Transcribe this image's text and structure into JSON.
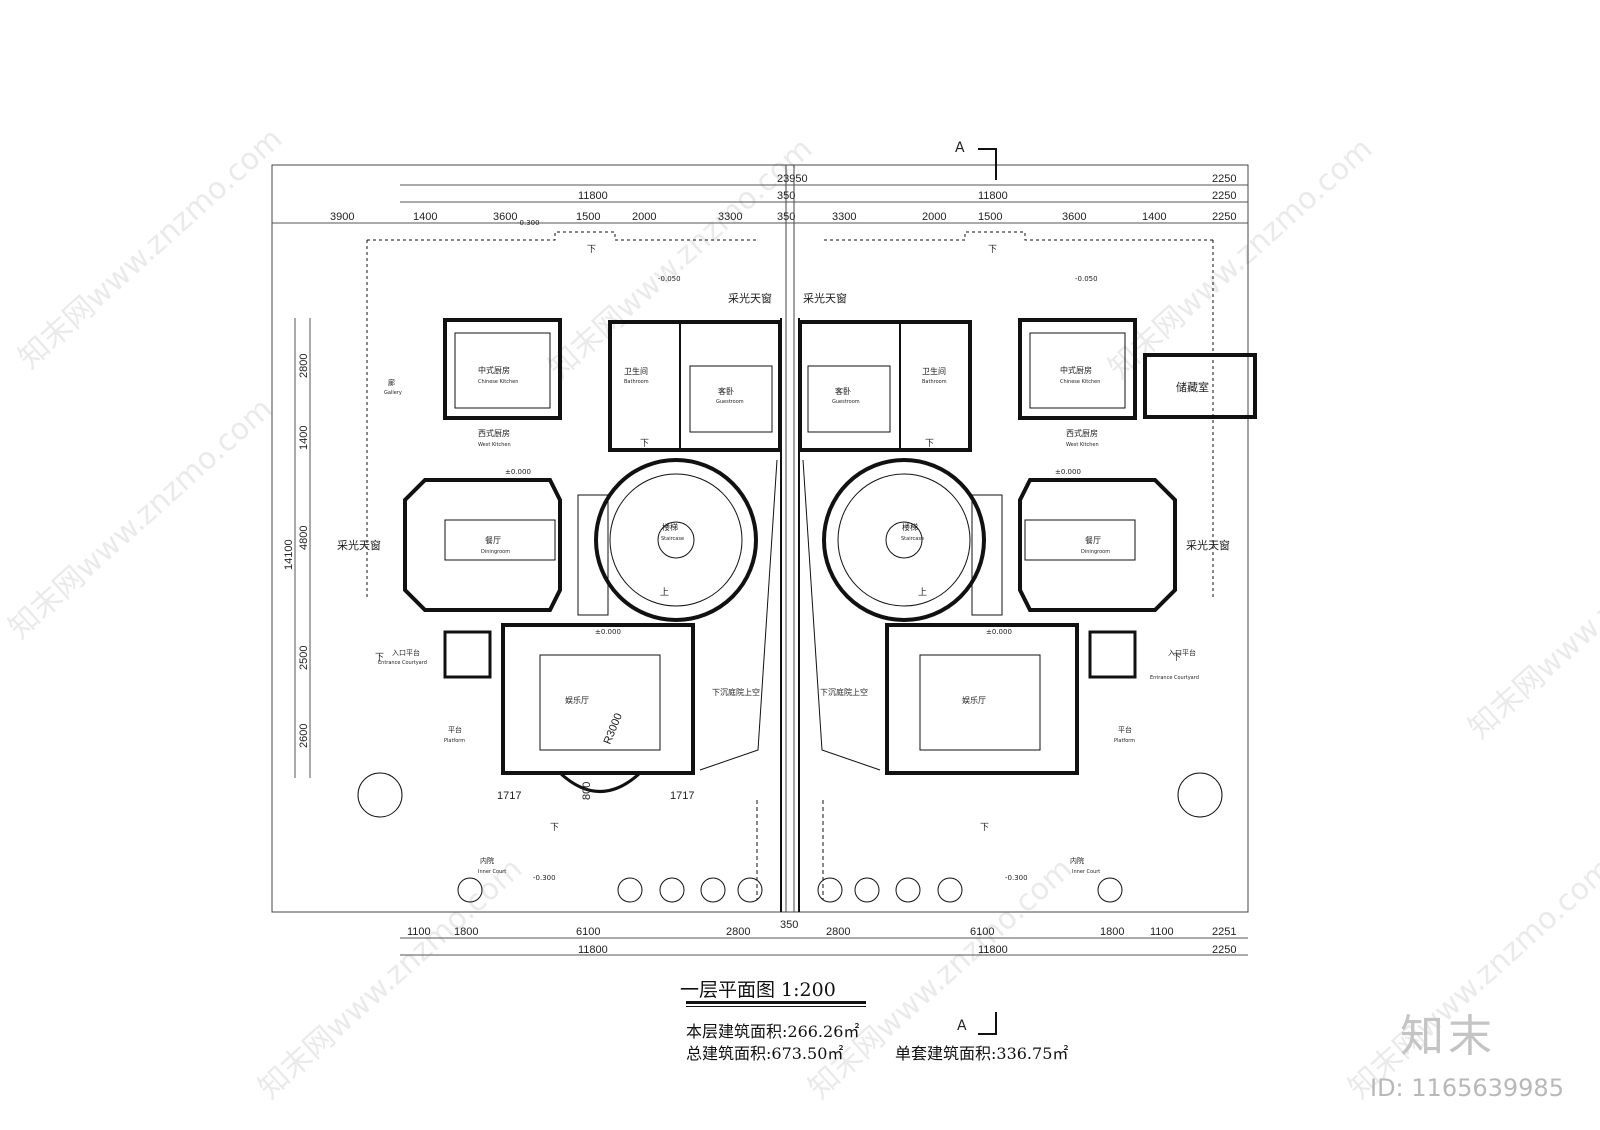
{
  "drawing": {
    "section_mark": "A",
    "overall_width": "23950",
    "top_dims_row1": [
      "11800",
      "350",
      "11800",
      "2250"
    ],
    "top_dims_row2": [
      "3900",
      "1400",
      "3600",
      "1500",
      "2000",
      "3300",
      "350",
      "3300",
      "2000",
      "1500",
      "3600",
      "1400",
      "2250"
    ],
    "left_dims": [
      "2800",
      "1400",
      "4800",
      "2500",
      "2600"
    ],
    "left_total": "14100",
    "bottom_dims_row1": [
      "1100",
      "1800",
      "6100",
      "2800",
      "350",
      "2800",
      "6100",
      "1800",
      "1100",
      "2251"
    ],
    "bottom_dims_row2": [
      "11800",
      "11800",
      "2250"
    ],
    "misc_dims": [
      "1717",
      "1717",
      "R3000",
      "800"
    ],
    "levels": [
      "-0.300",
      "-0.050",
      "±0.000",
      "±0.000",
      "-0.300"
    ],
    "rooms": {
      "skylight": "采光天窗",
      "chinese_kitchen": "中式厨房",
      "chinese_kitchen_en": "Chinese Kitchen",
      "west_kitchen": "西式厨房",
      "west_kitchen_en": "West Kitchen",
      "gallery": "廊",
      "gallery_en": "Gallery",
      "bathroom": "卫生间",
      "bathroom_en": "Bathroom",
      "guestroom": "客卧",
      "guestroom_en": "Guestroom",
      "dining": "餐厅",
      "dining_en": "Diningroom",
      "stair": "楼梯",
      "stair_en": "Staircase",
      "entertainment": "娱乐厅",
      "sunken_court": "下沉庭院上空",
      "entrance": "入口平台",
      "entrance_en": "Entrance Courtyard",
      "platform": "平台",
      "platform_en": "Platform",
      "inner_court": "内院",
      "inner_court_en": "Inner Court",
      "storage": "储藏室",
      "down": "下",
      "up": "上"
    }
  },
  "caption": {
    "title": "一层平面图  1:200",
    "floor_area": "本层建筑面积:266.26㎡",
    "total_area": "总建筑面积:673.50㎡",
    "unit_area": "单套建筑面积:336.75㎡"
  },
  "branding": {
    "logo": "知末",
    "image_id": "ID: 1165639985",
    "watermark": "知末网www.znzmo.com"
  }
}
